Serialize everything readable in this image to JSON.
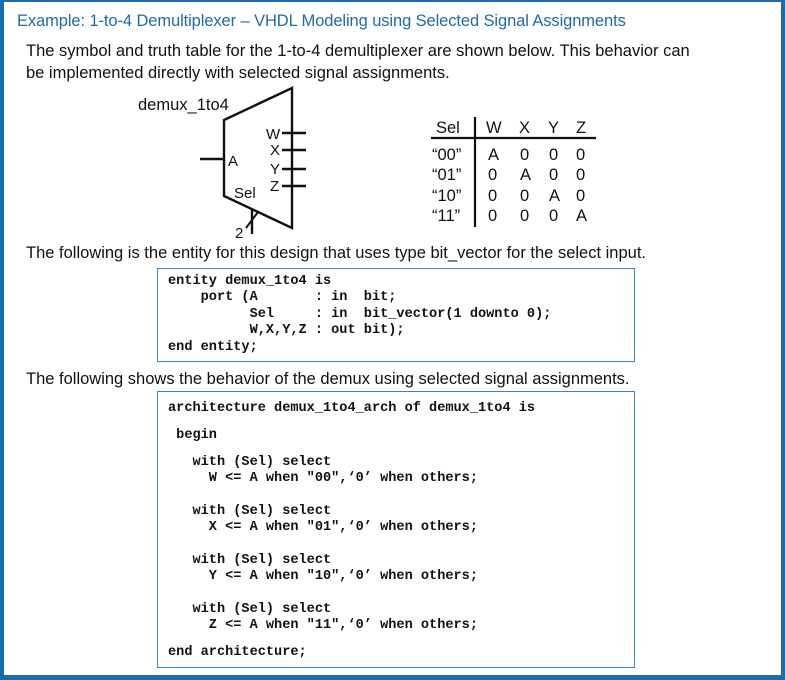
{
  "title": "Example: 1-to-4 Demultiplexer – VHDL Modeling using Selected Signal Assignments",
  "intro": {
    "line1": "The symbol and truth table for the 1-to-4 demultiplexer are shown below.  This behavior can",
    "line2": "be implemented directly with selected signal assignments."
  },
  "symbol": {
    "name": "demux_1to4",
    "input": "A",
    "select": "Sel",
    "select_width": "2",
    "outputs": [
      "W",
      "X",
      "Y",
      "Z"
    ]
  },
  "truth_table": {
    "headers": [
      "Sel",
      "W",
      "X",
      "Y",
      "Z"
    ],
    "rows": [
      [
        "“00”",
        "A",
        "0",
        "0",
        "0"
      ],
      [
        "“01”",
        "0",
        "A",
        "0",
        "0"
      ],
      [
        "“10”",
        "0",
        "0",
        "A",
        "0"
      ],
      [
        "“11”",
        "0",
        "0",
        "0",
        "A"
      ]
    ]
  },
  "entity_intro": "The following is the entity for this design that uses type bit_vector for the select input.",
  "entity_code": "entity demux_1to4 is\n    port (A       : in  bit;\n          Sel     : in  bit_vector(1 downto 0);\n          W,X,Y,Z : out bit);\nend entity;",
  "arch_intro": "The following shows the behavior of the demux using selected signal assignments.",
  "arch_code": {
    "l1": "architecture demux_1to4_arch of demux_1to4 is",
    "l2": " begin",
    "b1": "   with (Sel) select\n     W <= A when \"00\",‘0’ when others;",
    "b2": "   with (Sel) select\n     X <= A when \"01\",‘0’ when others;",
    "b3": "   with (Sel) select\n     Y <= A when \"10\",‘0’ when others;",
    "b4": "   with (Sel) select\n     Z <= A when \"11\",‘0’ when others;",
    "end": "end architecture;"
  },
  "colors": {
    "accent": "#1f6aa8",
    "code_border": "#3a86c4",
    "text": "#111111"
  }
}
